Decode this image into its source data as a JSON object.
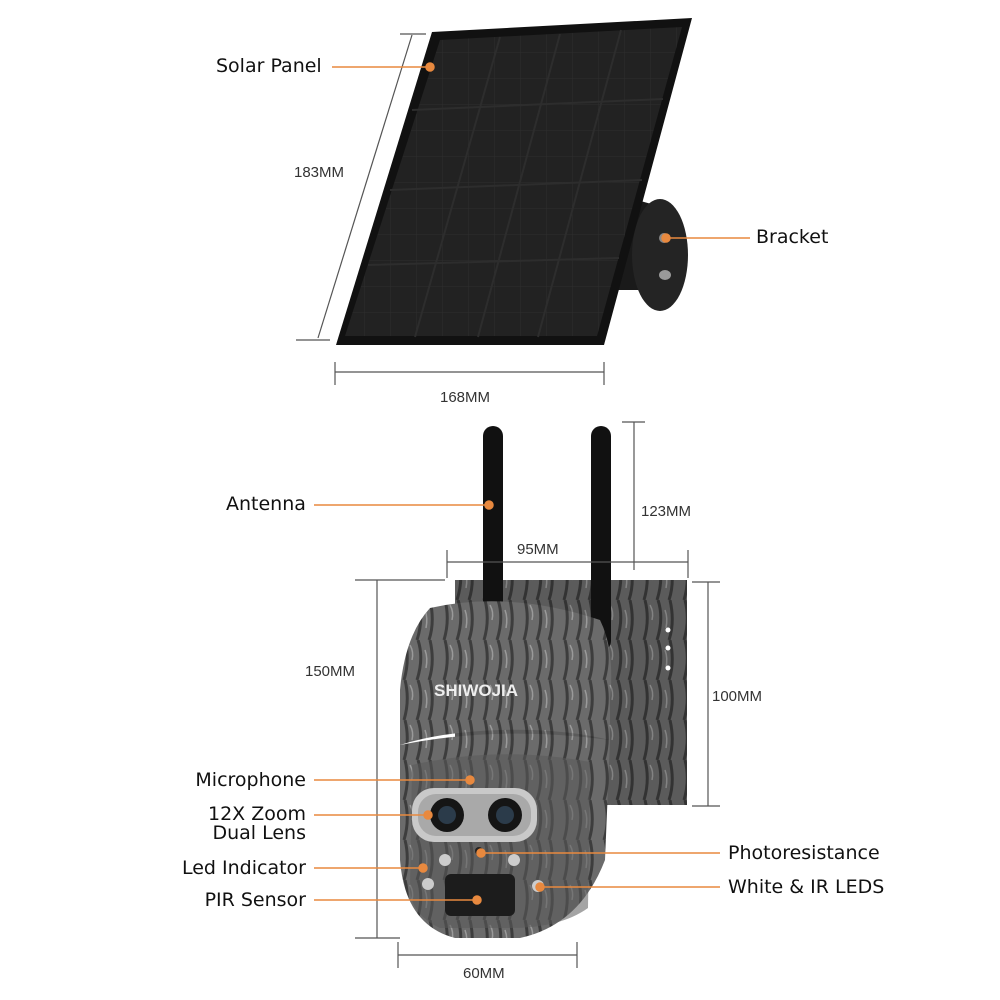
{
  "colors": {
    "leader": "#e8893f",
    "dimension": "#555555",
    "panel": "#1e1e1e",
    "camo": "#6a6a6a"
  },
  "brand": "SHIWOJIA",
  "solar": {
    "labels": {
      "solar_panel": "Solar Panel",
      "bracket": "Bracket"
    },
    "dims": {
      "height": "183MM",
      "width": "168MM"
    }
  },
  "camera": {
    "labels": {
      "antenna": "Antenna",
      "microphone": "Microphone",
      "zoom_line1": "12X Zoom",
      "zoom_line2": "Dual Lens",
      "led_indicator": "Led Indicator",
      "pir_sensor": "PIR Sensor",
      "photoresistance": "Photoresistance",
      "white_ir_leds": "White & IR LEDS"
    },
    "dims": {
      "antenna_height": "123MM",
      "top_width": "95MM",
      "total_height": "150MM",
      "mount_height": "100MM",
      "bottom_width": "60MM"
    }
  }
}
